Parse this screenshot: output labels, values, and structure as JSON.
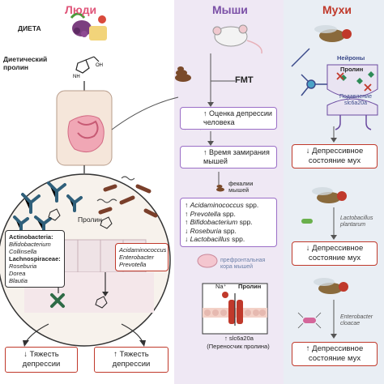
{
  "columns": {
    "humans": "Люди",
    "mice": "Мыши",
    "flies": "Мухи"
  },
  "humans": {
    "diet_label": "ДИЕТА",
    "dietary_proline_label": "Диетический пролин",
    "proline_label_left": "Пролин",
    "bacteria_box_left": {
      "group1": "Actinobacteria:",
      "items1": [
        "Bifidobacterium",
        "Collinsella"
      ],
      "group2": "Lachnospiraceae:",
      "items2": [
        "Roseburia",
        "Dorea",
        "Blautia"
      ]
    },
    "bacteria_box_right": [
      "Acidaminococcus",
      "Enterobacter",
      "Prevotella"
    ],
    "bottom_left": {
      "arrow": "↓",
      "text": "Тяжесть депрессии"
    },
    "bottom_right": {
      "arrow": "↑",
      "text": "Тяжесть депрессии"
    }
  },
  "mice": {
    "fmt_label": "FMT",
    "box1": {
      "arrow": "↑",
      "text": "Оценка депрессии человека"
    },
    "box2": {
      "arrow": "↑",
      "text": "Время замирания мышей"
    },
    "feces_label": "фекалии мышей",
    "list": [
      {
        "arrow": "↑",
        "name": "Acidaminococcus",
        "suffix": "spp."
      },
      {
        "arrow": "↑",
        "name": "Prevotella",
        "suffix": "spp."
      },
      {
        "arrow": "↑",
        "name": "Bifidobacterium",
        "suffix": "spp."
      },
      {
        "arrow": "↓",
        "name": "Roseburia",
        "suffix": "spp."
      },
      {
        "arrow": "↓",
        "name": "Lactobacillus",
        "suffix": "spp."
      }
    ],
    "pfc_label": "префронтальная кора мышей",
    "na_label": "Na⁺",
    "proline_label": "Пролин",
    "transporter_line1": "↑ slc6a20a",
    "transporter_line2": "(Переносчик пролина)"
  },
  "flies": {
    "neurons_label": "Нейроны",
    "proline_label": "Пролин",
    "suppression_line1": "Подавление",
    "suppression_line2": "slc6a20a",
    "box1": {
      "arrow": "↓",
      "text": "Депрессивное состояние мух"
    },
    "lacto_label": "Lactobacillus plantarum",
    "box2": {
      "arrow": "↓",
      "text": "Депрессивное состояние мух"
    },
    "entero_label": "Enterobacter cloacae",
    "box3": {
      "arrow": "↑",
      "text": "Депрессивное состояние мух"
    }
  }
}
